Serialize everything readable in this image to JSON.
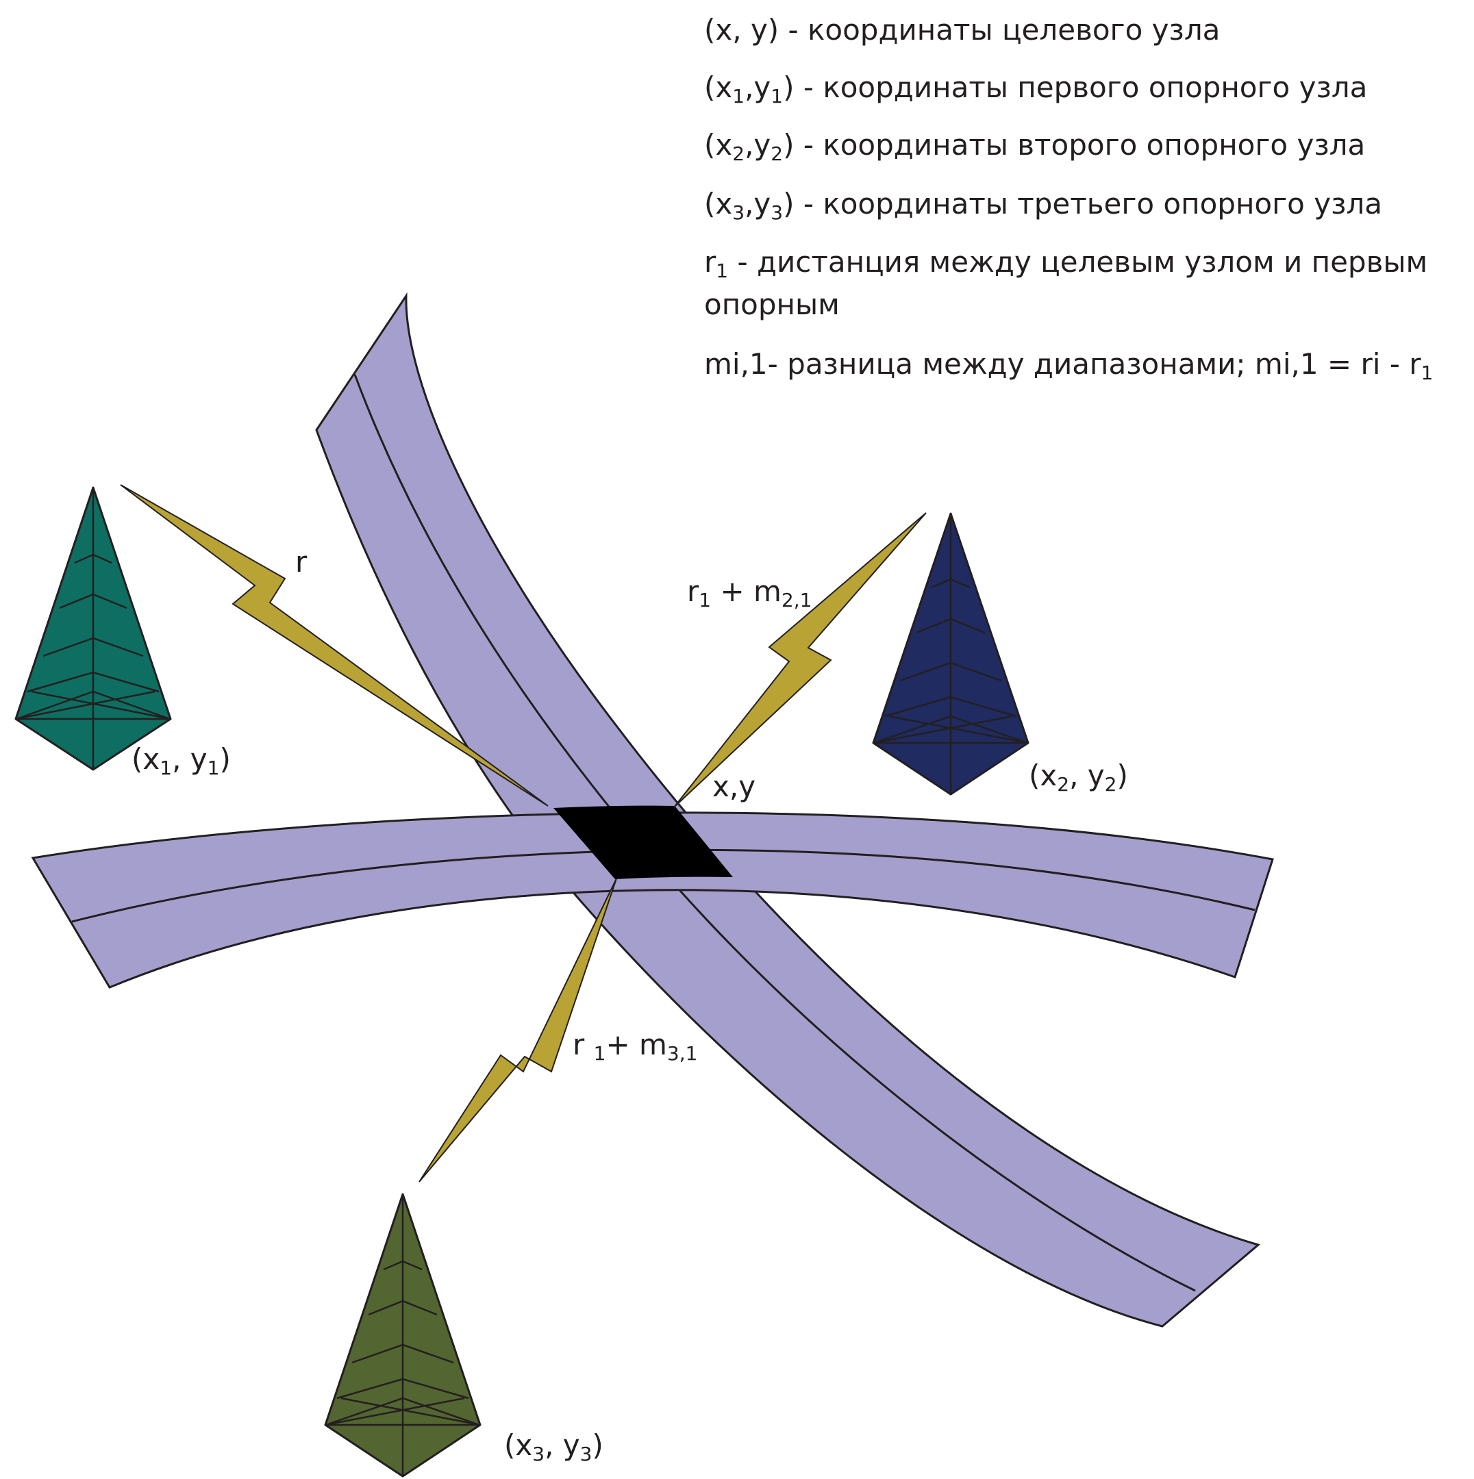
{
  "legend": {
    "target": {
      "main": "(x, y) - координаты целевого узла"
    },
    "ref1": {
      "open": "(x",
      "s1": "1",
      "mid": ",y",
      "s2": "1",
      "rest": ") - координаты первого опорного узла"
    },
    "ref2": {
      "open": "(x",
      "s1": "2",
      "mid": ",y",
      "s2": "2",
      "rest": ") - координаты второго опорного узла"
    },
    "ref3": {
      "open": "(x",
      "s1": "3",
      "mid": ",y",
      "s2": "3",
      "rest": ") - координаты третьего опорного узла"
    },
    "r1": {
      "lead": "r",
      "s1": "1",
      "rest": " - дистанция между целевым узлом и первым опорным"
    },
    "diff": {
      "lead": "mi,1- разница между диапазонами; mi,1 = ri - r",
      "s1": "1"
    }
  },
  "labels": {
    "r": "r",
    "xy": "x,y",
    "signal2": {
      "a": "r",
      "s1": "1",
      "b": " + m",
      "s2": "2,1"
    },
    "signal3": {
      "a": "r ",
      "s1": "1",
      "b": "+ m",
      "s2": "3,1"
    },
    "node1": {
      "a": "(x",
      "s1": "1",
      "b": ", y",
      "s2": "1",
      "c": ")"
    },
    "node2": {
      "a": "(x",
      "s1": "2",
      "b": ", y",
      "s2": "2",
      "c": ")"
    },
    "node3": {
      "a": "(x",
      "s1": "3",
      "b": ", y",
      "s2": "3",
      "c": ")"
    }
  },
  "colors": {
    "band": "#a59fce",
    "intersection": "#000000",
    "lightning": "#b8a334",
    "tower1": "#0e6e61",
    "tower2": "#1f2b61",
    "tower3": "#536530",
    "stroke": "#231f20"
  },
  "icons": {
    "tower1": "tower-icon",
    "tower2": "tower-icon",
    "tower3": "tower-icon",
    "signal": "lightning-icon"
  }
}
